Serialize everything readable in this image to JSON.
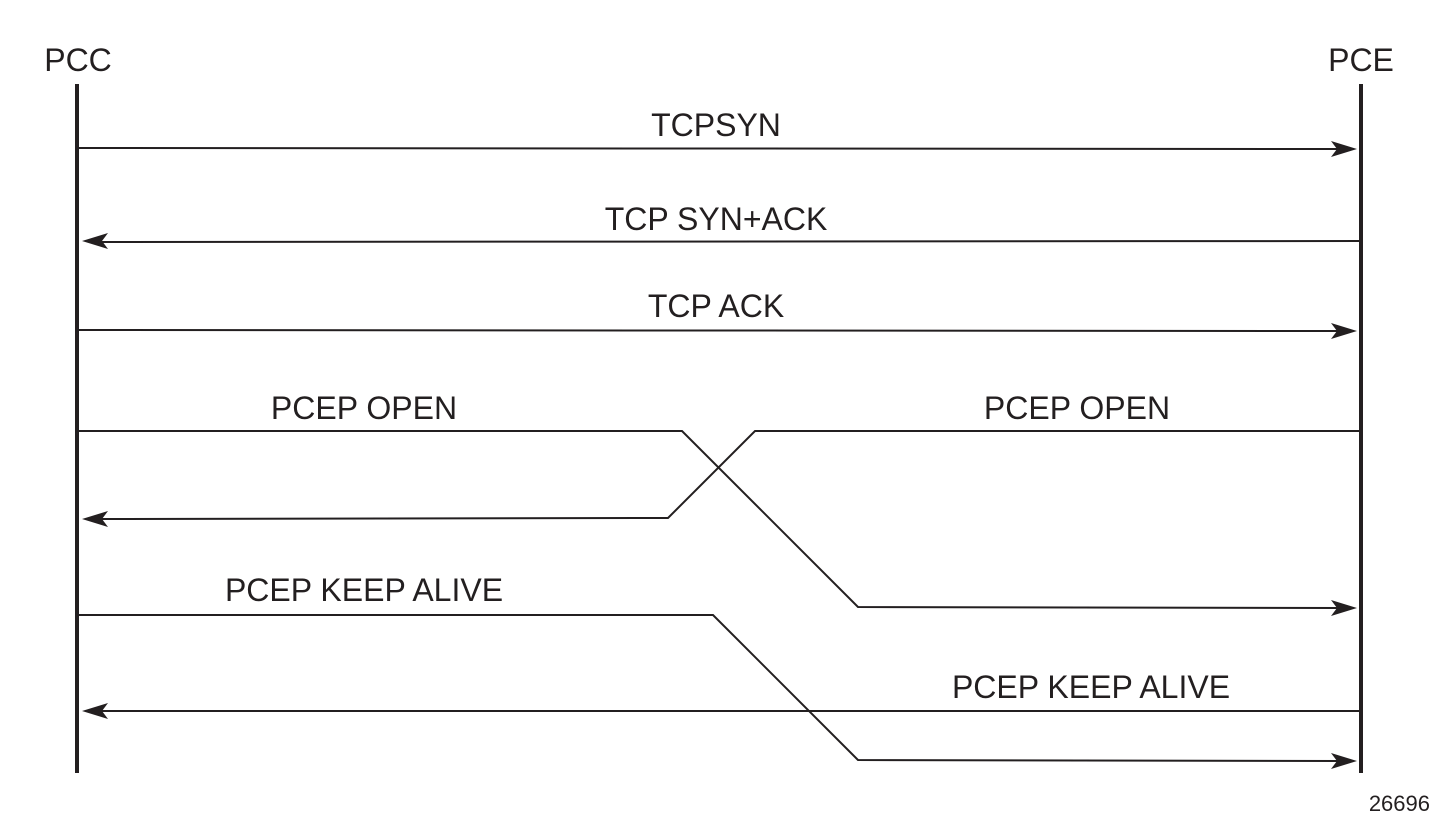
{
  "participants": {
    "left": "PCC",
    "right": "PCE"
  },
  "messages": [
    {
      "label": "TCPSYN",
      "from": "PCC",
      "to": "PCE"
    },
    {
      "label": "TCP SYN+ACK",
      "from": "PCE",
      "to": "PCC"
    },
    {
      "label": "TCP ACK",
      "from": "PCC",
      "to": "PCE"
    },
    {
      "label": "PCEP OPEN",
      "from": "PCC",
      "to": "PCE"
    },
    {
      "label": "PCEP OPEN",
      "from": "PCE",
      "to": "PCC"
    },
    {
      "label": "PCEP KEEP ALIVE",
      "from": "PCC",
      "to": "PCE"
    },
    {
      "label": "PCEP KEEP ALIVE",
      "from": "PCE",
      "to": "PCC"
    }
  ],
  "figure_id": "26696",
  "colors": {
    "ink": "#231f20",
    "background": "#ffffff"
  }
}
